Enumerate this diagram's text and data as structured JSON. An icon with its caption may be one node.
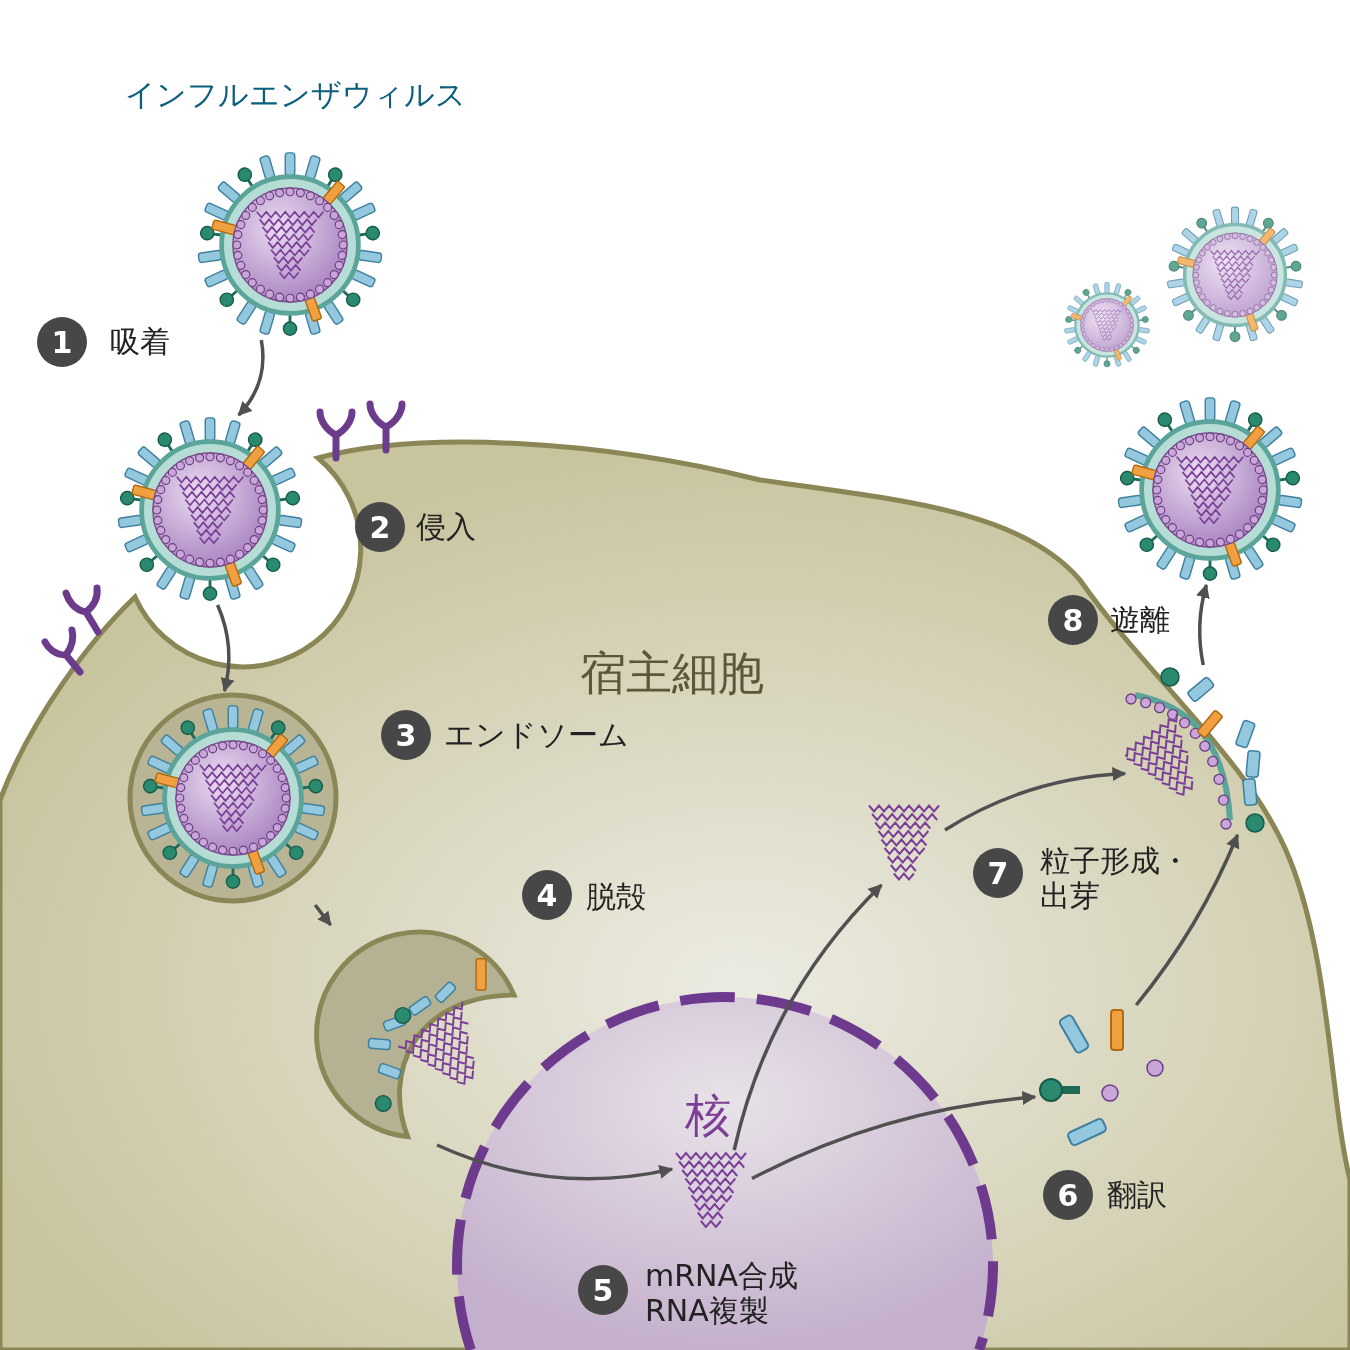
{
  "diagram": {
    "nodes": [
      {
        "text": [
          "宿主細胞"
        ]
      },
      {
        "text": [
          "核"
        ],
        "in": 0
      },
      {
        "text": [],
        "shape": "picture",
        "beside": [
          "インフルエンザウィルス"
        ]
      },
      {
        "text": [],
        "shape": "picture"
      },
      {
        "text": [],
        "shape": "picture",
        "in": 0
      },
      {
        "text": [],
        "shape": "picture",
        "in": 0
      },
      {
        "text": [],
        "shape": "picture",
        "in": 1
      },
      {
        "text": [],
        "shape": "picture",
        "in": 0
      },
      {
        "text": [],
        "shape": "picture",
        "in": 0
      },
      {
        "text": [],
        "shape": "picture",
        "in": 0
      },
      {
        "text": [],
        "shape": "picture"
      },
      {
        "text": [],
        "shape": "picture"
      },
      {
        "text": [],
        "shape": "picture"
      }
    ],
    "edges": [
      {
        "from": 2,
        "to": 3,
        "arrow": "to"
      },
      {
        "from": 3,
        "to": 4,
        "arrow": "to"
      },
      {
        "from": 4,
        "to": 5,
        "arrow": "to"
      },
      {
        "from": 5,
        "to": 6,
        "arrow": "to"
      },
      {
        "from": 6,
        "to": 7,
        "arrow": "to"
      },
      {
        "from": 6,
        "to": 8,
        "arrow": "to"
      },
      {
        "from": 8,
        "to": 9,
        "arrow": "to"
      },
      {
        "from": 7,
        "to": 9,
        "arrow": "to"
      },
      {
        "from": 9,
        "to": 10,
        "arrow": "to"
      }
    ],
    "labels": [
      "1",
      "吸着",
      "2",
      "侵入",
      "3",
      "エンドソーム",
      "4",
      "脱殻",
      "5",
      "mRNA合成",
      "RNA複製",
      "6",
      "翻訳",
      "7",
      "粒子形成・出芽",
      "8",
      "遊離"
    ]
  }
}
